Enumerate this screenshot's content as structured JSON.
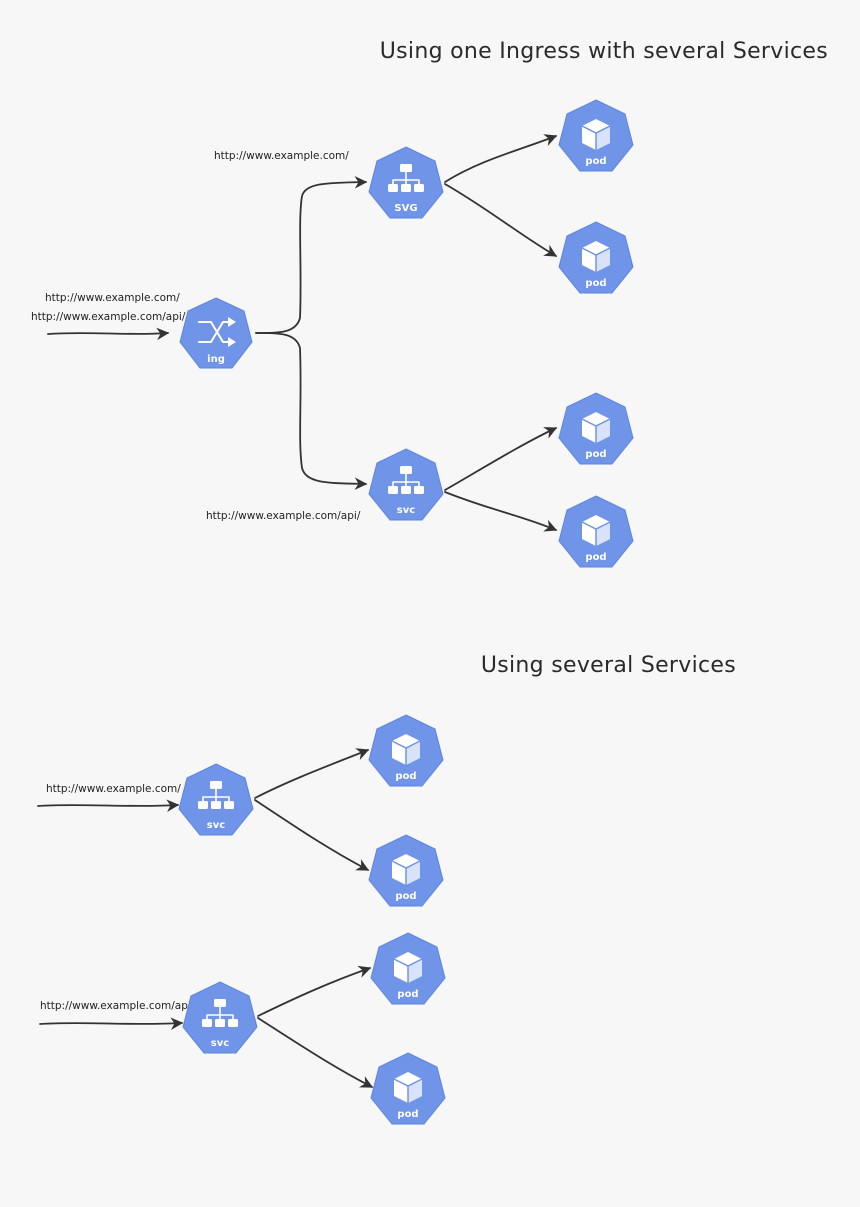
{
  "section1": {
    "title": "Using one Ingress with several Services",
    "input_urls": [
      "http://www.example.com/",
      "http://www.example.com/api/"
    ],
    "service_top_url": "http://www.example.com/",
    "service_bottom_url": "http://www.example.com/api/",
    "ingress_label": "ing",
    "service_top_label": "SVG",
    "service_bottom_label": "svc",
    "pod_label": "pod"
  },
  "section2": {
    "title": "Using several Services",
    "service_top_url": "http://www.example.com/",
    "service_bottom_url": "http://www.example.com/api/",
    "service_label": "svc",
    "pod_label": "pod"
  },
  "colors": {
    "badge": "#6f94e8",
    "line": "#333333",
    "background": "#f7f7f8"
  }
}
